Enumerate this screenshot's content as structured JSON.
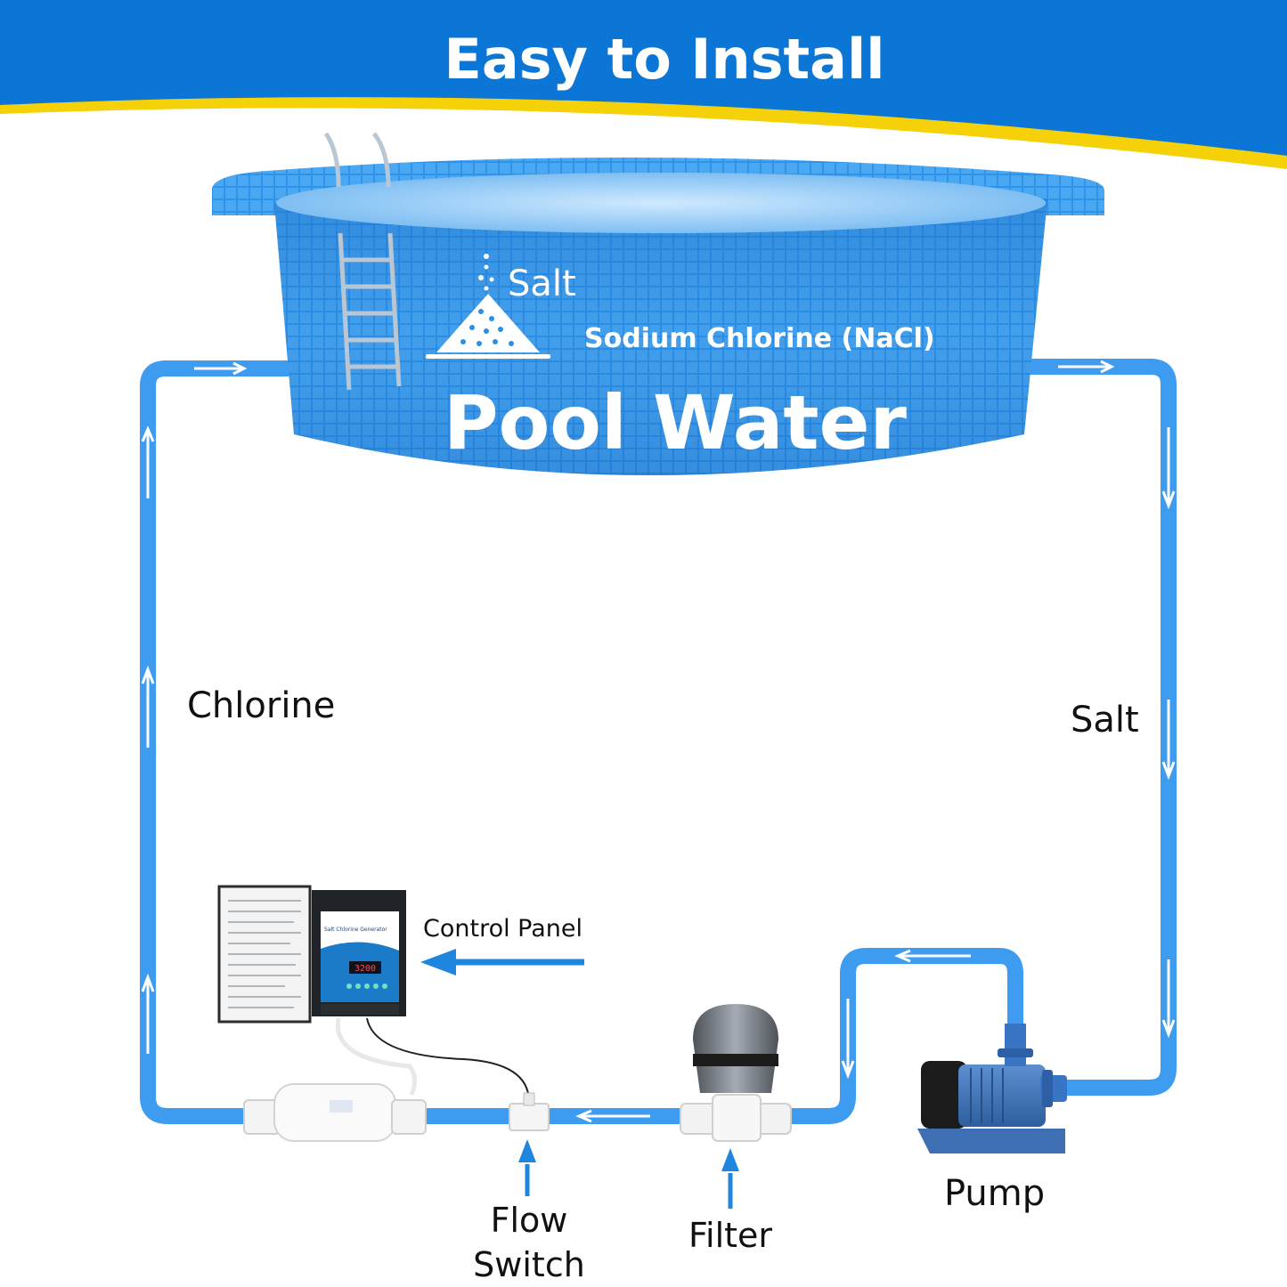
{
  "header": {
    "title": "Easy to Install"
  },
  "pool": {
    "salt_label": "Salt",
    "sodium_label": "Sodium Chlorine (NaCl)",
    "title": "Pool Water"
  },
  "flow": {
    "chlorine_label": "Chlorine",
    "salt_label": "Salt"
  },
  "components": {
    "control_panel": "Control Panel",
    "panel_screen_title": "Salt Chlorine Generator",
    "panel_display": "3200",
    "flow_switch_line1": "Flow",
    "flow_switch_line2": "Switch",
    "filter": "Filter",
    "pump": "Pump"
  },
  "colors": {
    "header_blue": "#0c76d6",
    "accent_yellow": "#f5d10a",
    "pipe_blue": "#3d9cf0",
    "pool_blue": "#2a8fe6",
    "arrow_blue": "#1f86e0"
  }
}
